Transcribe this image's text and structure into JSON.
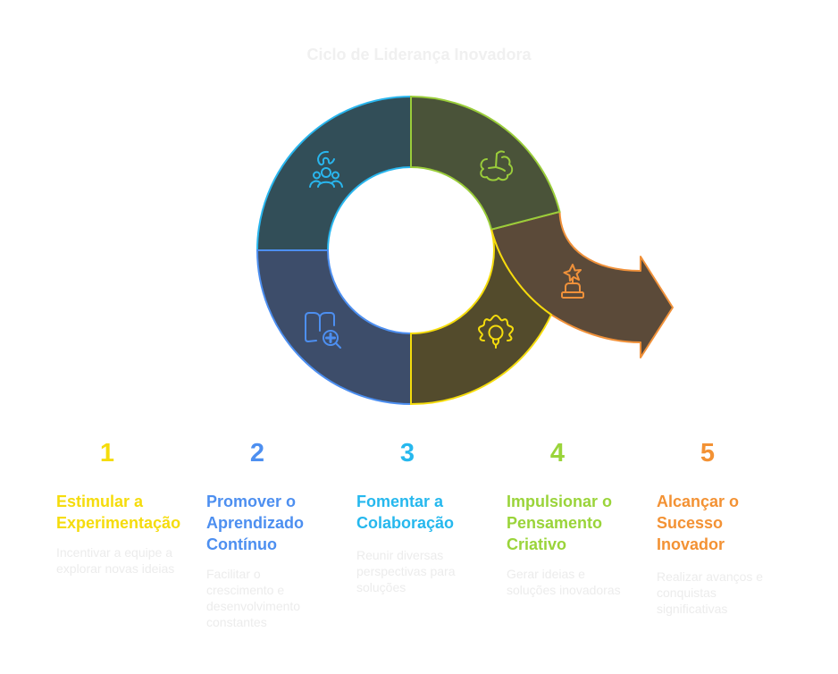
{
  "title": "Ciclo de Liderança Inovadora",
  "segments": [
    {
      "id": "colaboracao",
      "step": "3",
      "fill": "#324e58",
      "stroke": "#29b6ee",
      "icon": "people-collaboration-icon"
    },
    {
      "id": "pensamento",
      "step": "4",
      "fill": "#4a5339",
      "stroke": "#9acd3a",
      "icon": "brain-cloud-icon"
    },
    {
      "id": "aprendizado",
      "step": "2",
      "fill": "#3d4d6a",
      "stroke": "#4d8ff0",
      "icon": "book-magnifier-icon"
    },
    {
      "id": "experimentacao",
      "step": "1",
      "fill": "#534b2c",
      "stroke": "#f5dc0c",
      "icon": "lightbulb-gear-icon"
    },
    {
      "id": "sucesso",
      "step": "5",
      "fill": "#5b4a39",
      "stroke": "#f0913a",
      "icon": "trophy-star-icon"
    }
  ],
  "steps": [
    {
      "number": "1",
      "color": "#f5dc0c",
      "title_lines": [
        "Estimular a",
        "Experimentação"
      ],
      "description_lines": [
        "Incentivar a equipe a",
        "explorar novas ideias"
      ]
    },
    {
      "number": "2",
      "color": "#4d8ff0",
      "title_lines": [
        "Promover o",
        "Aprendizado",
        "Contínuo"
      ],
      "description_lines": [
        "Facilitar o",
        "crescimento e",
        "desenvolvimento",
        "constantes"
      ]
    },
    {
      "number": "3",
      "color": "#26b8ee",
      "title_lines": [
        "Fomentar a",
        "Colaboração"
      ],
      "description_lines": [
        "Reunir diversas",
        "perspectivas para",
        "soluções"
      ]
    },
    {
      "number": "4",
      "color": "#9ad43a",
      "title_lines": [
        "Impulsionar o",
        "Pensamento",
        "Criativo"
      ],
      "description_lines": [
        "Gerar ideias e",
        "soluções inovadoras"
      ]
    },
    {
      "number": "5",
      "color": "#f39234",
      "title_lines": [
        "Alcançar o",
        "Sucesso",
        "Inovador"
      ],
      "description_lines": [
        "Realizar avanços e",
        "conquistas",
        "significativas"
      ]
    }
  ]
}
